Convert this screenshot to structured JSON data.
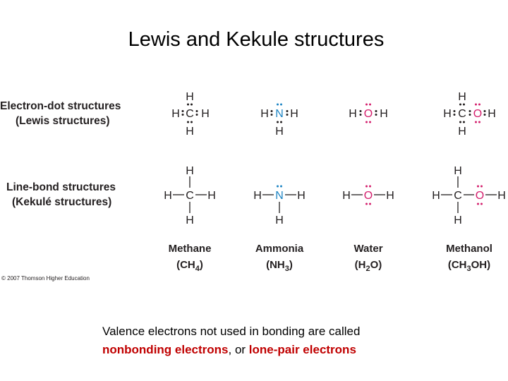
{
  "title": "Lewis and Kekule structures",
  "row_labels": {
    "lewis_line1": "Electron-dot structures",
    "lewis_line2": "(Lewis structures)",
    "kekule_line1": "Line-bond structures",
    "kekule_line2": "(Kekulé structures)"
  },
  "atoms": {
    "H": "H",
    "C": "C",
    "N": "N",
    "O": "O"
  },
  "molecules": [
    {
      "name": "Methane",
      "formula_main": "CH",
      "formula_sub": "4",
      "formula_tail": ")"
    },
    {
      "name": "Ammonia",
      "formula_main": "NH",
      "formula_sub": "3",
      "formula_tail": ")"
    },
    {
      "name": "Water",
      "formula_main": "H",
      "formula_sub": "2",
      "formula_tail": "O)"
    },
    {
      "name": "Methanol",
      "formula_main": "CH",
      "formula_sub": "3",
      "formula_tail": "OH)"
    }
  ],
  "copyright": "© 2007 Thomson Higher Education",
  "footer": {
    "line1": "Valence electrons not used in bonding are called",
    "term1": "nonbonding electrons",
    "separator": ", or ",
    "term2": "lone-pair electrons"
  },
  "colors": {
    "carbon": "#231f20",
    "nitrogen": "#1d85c4",
    "oxygen": "#d4206e",
    "hydrogen": "#231f20",
    "highlight_text": "#c00000"
  }
}
